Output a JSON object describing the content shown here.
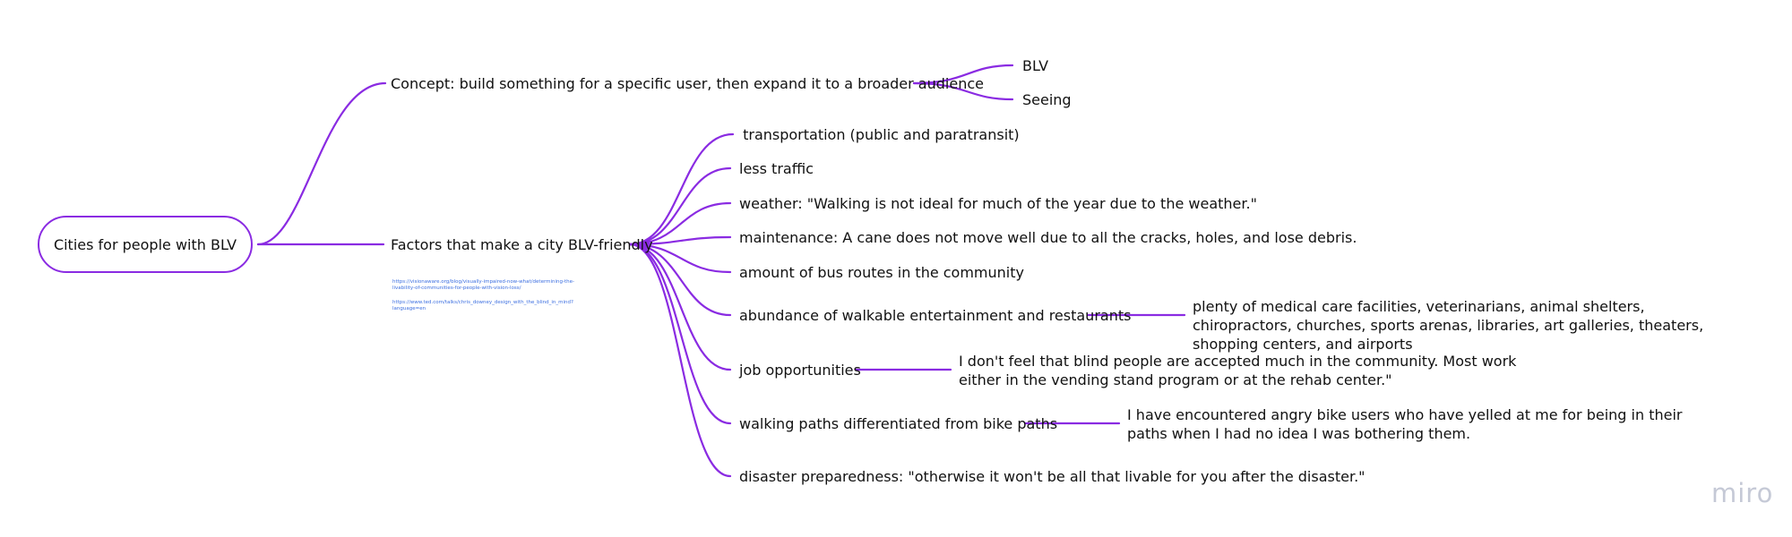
{
  "root": {
    "label": "Cities for people with BLV"
  },
  "concept": {
    "label": "Concept: build something for a specific user, then expand it to a broader audience",
    "children": [
      "BLV",
      "Seeing"
    ]
  },
  "factors": {
    "label": "Factors that make a city BLV-friendly",
    "links": [
      "https://visionaware.org/blog/visually-impaired-now-what/determining-the-livability-of-communities-for-people-with-vision-loss/",
      "https://www.ted.com/talks/chris_downey_design_with_the_blind_in_mind?language=en"
    ],
    "items": [
      {
        "label": " transportation (public and paratransit)"
      },
      {
        "label": "less traffic"
      },
      {
        "label": "weather: \"Walking is not ideal for much of the year due to the weather.\""
      },
      {
        "label": "maintenance: A cane does not move well due to all the cracks, holes, and lose debris."
      },
      {
        "label": "amount of bus routes in the community"
      },
      {
        "label": "abundance of walkable entertainment and restaurants",
        "detail": "plenty of medical care facilities, veterinarians, animal shelters, chiropractors, churches, sports arenas, libraries, art galleries, theaters, shopping centers, and airports"
      },
      {
        "label": "job opportunities",
        "detail": "I don't feel that blind people are accepted much in the community. Most work either in the vending stand program or at the rehab center.\""
      },
      {
        "label": "walking paths differentiated from bike paths",
        "detail": "I have encountered angry bike users who have yelled at me for being in their paths when I had no idea I was bothering them."
      },
      {
        "label": "disaster preparedness: \"otherwise it won't be all that livable for you after the disaster.\""
      }
    ]
  },
  "brand": "miro",
  "colors": {
    "connector": "#8a2be2",
    "brand": "#c5c9d6"
  }
}
